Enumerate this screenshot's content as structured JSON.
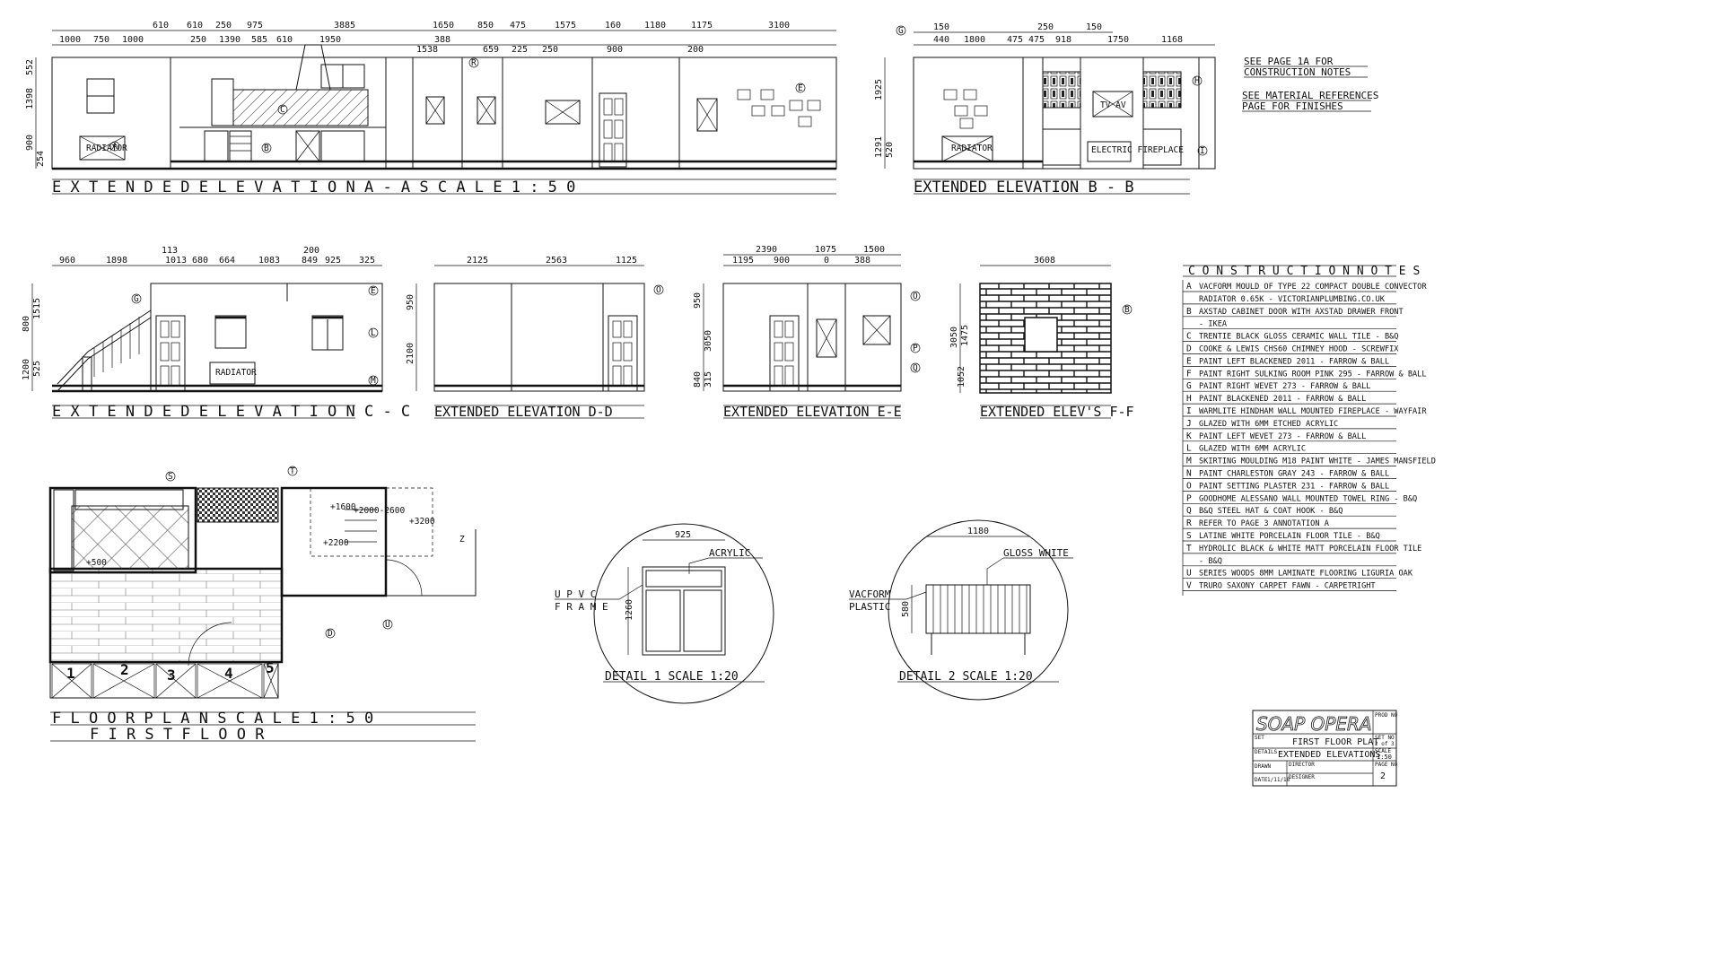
{
  "notes_refs": [
    "SEE PAGE 1A FOR",
    "CONSTRUCTION NOTES",
    "SEE MATERIAL REFERENCES",
    "PAGE FOR FINISHES"
  ],
  "views": {
    "elev_a": {
      "title": "E X T E N D E D    E L E V A T I O N    A  -  A    S C A L E    1 : 5 0",
      "dims_top": [
        "610",
        "610",
        "250",
        "975",
        "3885",
        "1650",
        "850",
        "475",
        "1575",
        "160",
        "1180",
        "1175",
        "3100"
      ],
      "dims_2": [
        "1000",
        "750",
        "1000",
        "250",
        "1390",
        "585",
        "610",
        "1950",
        "388",
        "1538",
        "659",
        "225",
        "250",
        "900",
        "200"
      ],
      "dims_left": [
        "552",
        "1398",
        "900",
        "254"
      ],
      "tags": [
        "A",
        "B",
        "C",
        "E",
        "R"
      ],
      "radiator": "RADIATOR"
    },
    "elev_b": {
      "title": "EXTENDED  ELEVATION  B - B",
      "dims_top": [
        "150",
        "440",
        "1800",
        "475",
        "250",
        "475",
        "918",
        "150",
        "1750",
        "1168"
      ],
      "dims_left": [
        "1925",
        "1291",
        "520"
      ],
      "tags": [
        "G",
        "H",
        "I"
      ],
      "tv": "TV AV",
      "fireplace": "ELECTRIC FIREPLACE",
      "radiator": "RADIATOR"
    },
    "elev_c": {
      "title": "E X T E N D E D    E L E V A T I O N    C - C",
      "dims_top": [
        "960",
        "1898",
        "113",
        "1013",
        "680",
        "664",
        "1083",
        "200",
        "849",
        "925",
        "325"
      ],
      "dims_left": [
        "800",
        "1515",
        "1200",
        "525"
      ],
      "tags": [
        "G",
        "E",
        "L",
        "M"
      ],
      "radiator": "RADIATOR"
    },
    "elev_d": {
      "title": "EXTENDED ELEVATION D-D",
      "dims_top": [
        "2125",
        "2563",
        "1125"
      ],
      "dims_left": [
        "950",
        "2100"
      ],
      "tags": [
        "O"
      ]
    },
    "elev_e": {
      "title": "EXTENDED ELEVATION E-E",
      "dims_top": [
        "2390",
        "1075",
        "1500",
        "1195",
        "900",
        "0",
        "388"
      ],
      "dims_left": [
        "950",
        "3050",
        "840",
        "315"
      ],
      "tags": [
        "O",
        "P",
        "Q"
      ]
    },
    "elev_f": {
      "title": "EXTENDED ELEV'S F-F",
      "dims_top": [
        "3608"
      ],
      "dims_left": [
        "3050",
        "1475",
        "1052"
      ],
      "tags": [
        "B"
      ]
    },
    "floor": {
      "title": "F L O O R    P L A N    S C A L E    1 : 5 0",
      "subtitle": "F I R S T        F L O O R",
      "rooms": [
        "1",
        "2",
        "3",
        "4",
        "5"
      ],
      "tags": [
        "S",
        "T",
        "U",
        "D",
        "Z"
      ],
      "levels": [
        "+500",
        "+1600",
        "+2000-2600",
        "+3200",
        "+2200"
      ]
    },
    "detail1": {
      "title": "DETAIL 1  SCALE 1:20",
      "dim_w": "925",
      "dim_h": "1260",
      "label_top": "ACRYLIC",
      "label_left1": "U P V C",
      "label_left2": "F R A M E"
    },
    "detail2": {
      "title": "DETAIL 2  SCALE 1:20",
      "dim_w": "1180",
      "dim_h": "580",
      "label_top": "GLOSS WHITE",
      "label_left1": "VACFORM",
      "label_left2": "PLASTIC"
    }
  },
  "construction_notes": {
    "title": "C O N S T R U C T I O N   N O T E S",
    "rows": [
      {
        "k": "A",
        "t": "VACFORM MOULD OF TYPE 22 COMPACT DOUBLE CONVECTOR"
      },
      {
        "k": "",
        "t": "RADIATOR 0.65K - VICTORIANPLUMBING.CO.UK"
      },
      {
        "k": "B",
        "t": "AXSTAD CABINET DOOR WITH AXSTAD DRAWER FRONT"
      },
      {
        "k": "",
        "t": "- IKEA"
      },
      {
        "k": "C",
        "t": "TRENTIE BLACK GLOSS CERAMIC WALL TILE - B&Q"
      },
      {
        "k": "D",
        "t": "COOKE & LEWIS CHS60 CHIMNEY HOOD - SCREWFIX"
      },
      {
        "k": "E",
        "t": "PAINT LEFT BLACKENED 2011 - FARROW & BALL"
      },
      {
        "k": "F",
        "t": "PAINT RIGHT SULKING ROOM PINK 295 - FARROW & BALL"
      },
      {
        "k": "G",
        "t": "PAINT RIGHT WEVET 273 - FARROW & BALL"
      },
      {
        "k": "H",
        "t": "PAINT BLACKENED 2011 - FARROW & BALL"
      },
      {
        "k": "I",
        "t": "WARMLITE HINDHAM WALL MOUNTED FIREPLACE - WAYFAIR"
      },
      {
        "k": "J",
        "t": "GLAZED WITH 6MM ETCHED ACRYLIC"
      },
      {
        "k": "K",
        "t": "PAINT LEFT WEVET 273 - FARROW & BALL"
      },
      {
        "k": "L",
        "t": "GLAZED WITH 6MM ACRYLIC"
      },
      {
        "k": "M",
        "t": "SKIRTING MOULDING M18 PAINT WHITE - JAMES MANSFIELD"
      },
      {
        "k": "N",
        "t": "PAINT CHARLESTON GRAY 243 - FARROW & BALL"
      },
      {
        "k": "O",
        "t": "PAINT SETTING PLASTER 231 - FARROW & BALL"
      },
      {
        "k": "P",
        "t": "GOODHOME ALESSANO WALL MOUNTED TOWEL RING - B&Q"
      },
      {
        "k": "Q",
        "t": "B&Q STEEL HAT & COAT HOOK - B&Q"
      },
      {
        "k": "R",
        "t": "REFER TO PAGE 3 ANNOTATION A"
      },
      {
        "k": "S",
        "t": "LATINE WHITE PORCELAIN FLOOR TILE - B&Q"
      },
      {
        "k": "T",
        "t": "HYDROLIC BLACK & WHITE MATT PORCELAIN FLOOR TILE"
      },
      {
        "k": "",
        "t": "- B&Q"
      },
      {
        "k": "U",
        "t": "SERIES WOODS 8MM LAMINATE FLOORING LIGURIA OAK"
      },
      {
        "k": "V",
        "t": "TRURO SAXONY CARPET FAWN - CARPETRIGHT"
      }
    ]
  },
  "title_block": {
    "project": "SOAP OPERA",
    "set_label": "SET",
    "set_value": "FIRST FLOOR PLAT",
    "details_label": "DETAILS",
    "details_value": "EXTENDED ELEVATIONS",
    "drawn_label": "DRAWN",
    "director_label": "DIRECTOR",
    "designer_label": "DESIGNER",
    "date_label": "DATE",
    "date_value": "1/11/18",
    "prod_label": "PROD NO",
    "setno_label": "SET NO",
    "setno_value": "2 of 3",
    "scale_label": "SCALE",
    "scale_value": "1:50",
    "page_label": "PAGE NO",
    "page_value": "2"
  }
}
